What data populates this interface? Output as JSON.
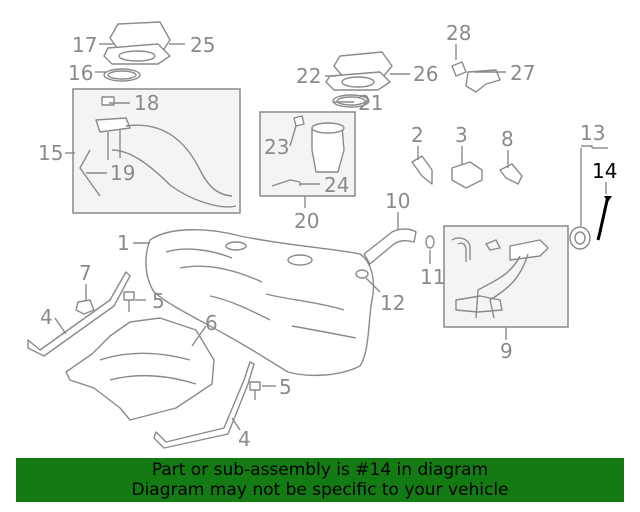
{
  "diagram": {
    "callouts": {
      "n1": "1",
      "n2": "2",
      "n3": "3",
      "n4a": "4",
      "n4b": "4",
      "n5a": "5",
      "n5b": "5",
      "n6": "6",
      "n7": "7",
      "n8": "8",
      "n9": "9",
      "n10": "10",
      "n11": "11",
      "n12": "12",
      "n13": "13",
      "n14": "14",
      "n15": "15",
      "n16": "16",
      "n17": "17",
      "n18": "18",
      "n19": "19",
      "n20": "20",
      "n21": "21",
      "n22": "22",
      "n23": "23",
      "n24": "24",
      "n25": "25",
      "n26": "26",
      "n27": "27",
      "n28": "28"
    },
    "highlight_part": "14",
    "colors": {
      "line": "#8a8a8a",
      "highlight": "#000000",
      "banner_bg": "#147a14"
    }
  },
  "banner": {
    "line1": "Part or sub-assembly is #14 in diagram",
    "line2": "Diagram may not be specific to your vehicle"
  }
}
